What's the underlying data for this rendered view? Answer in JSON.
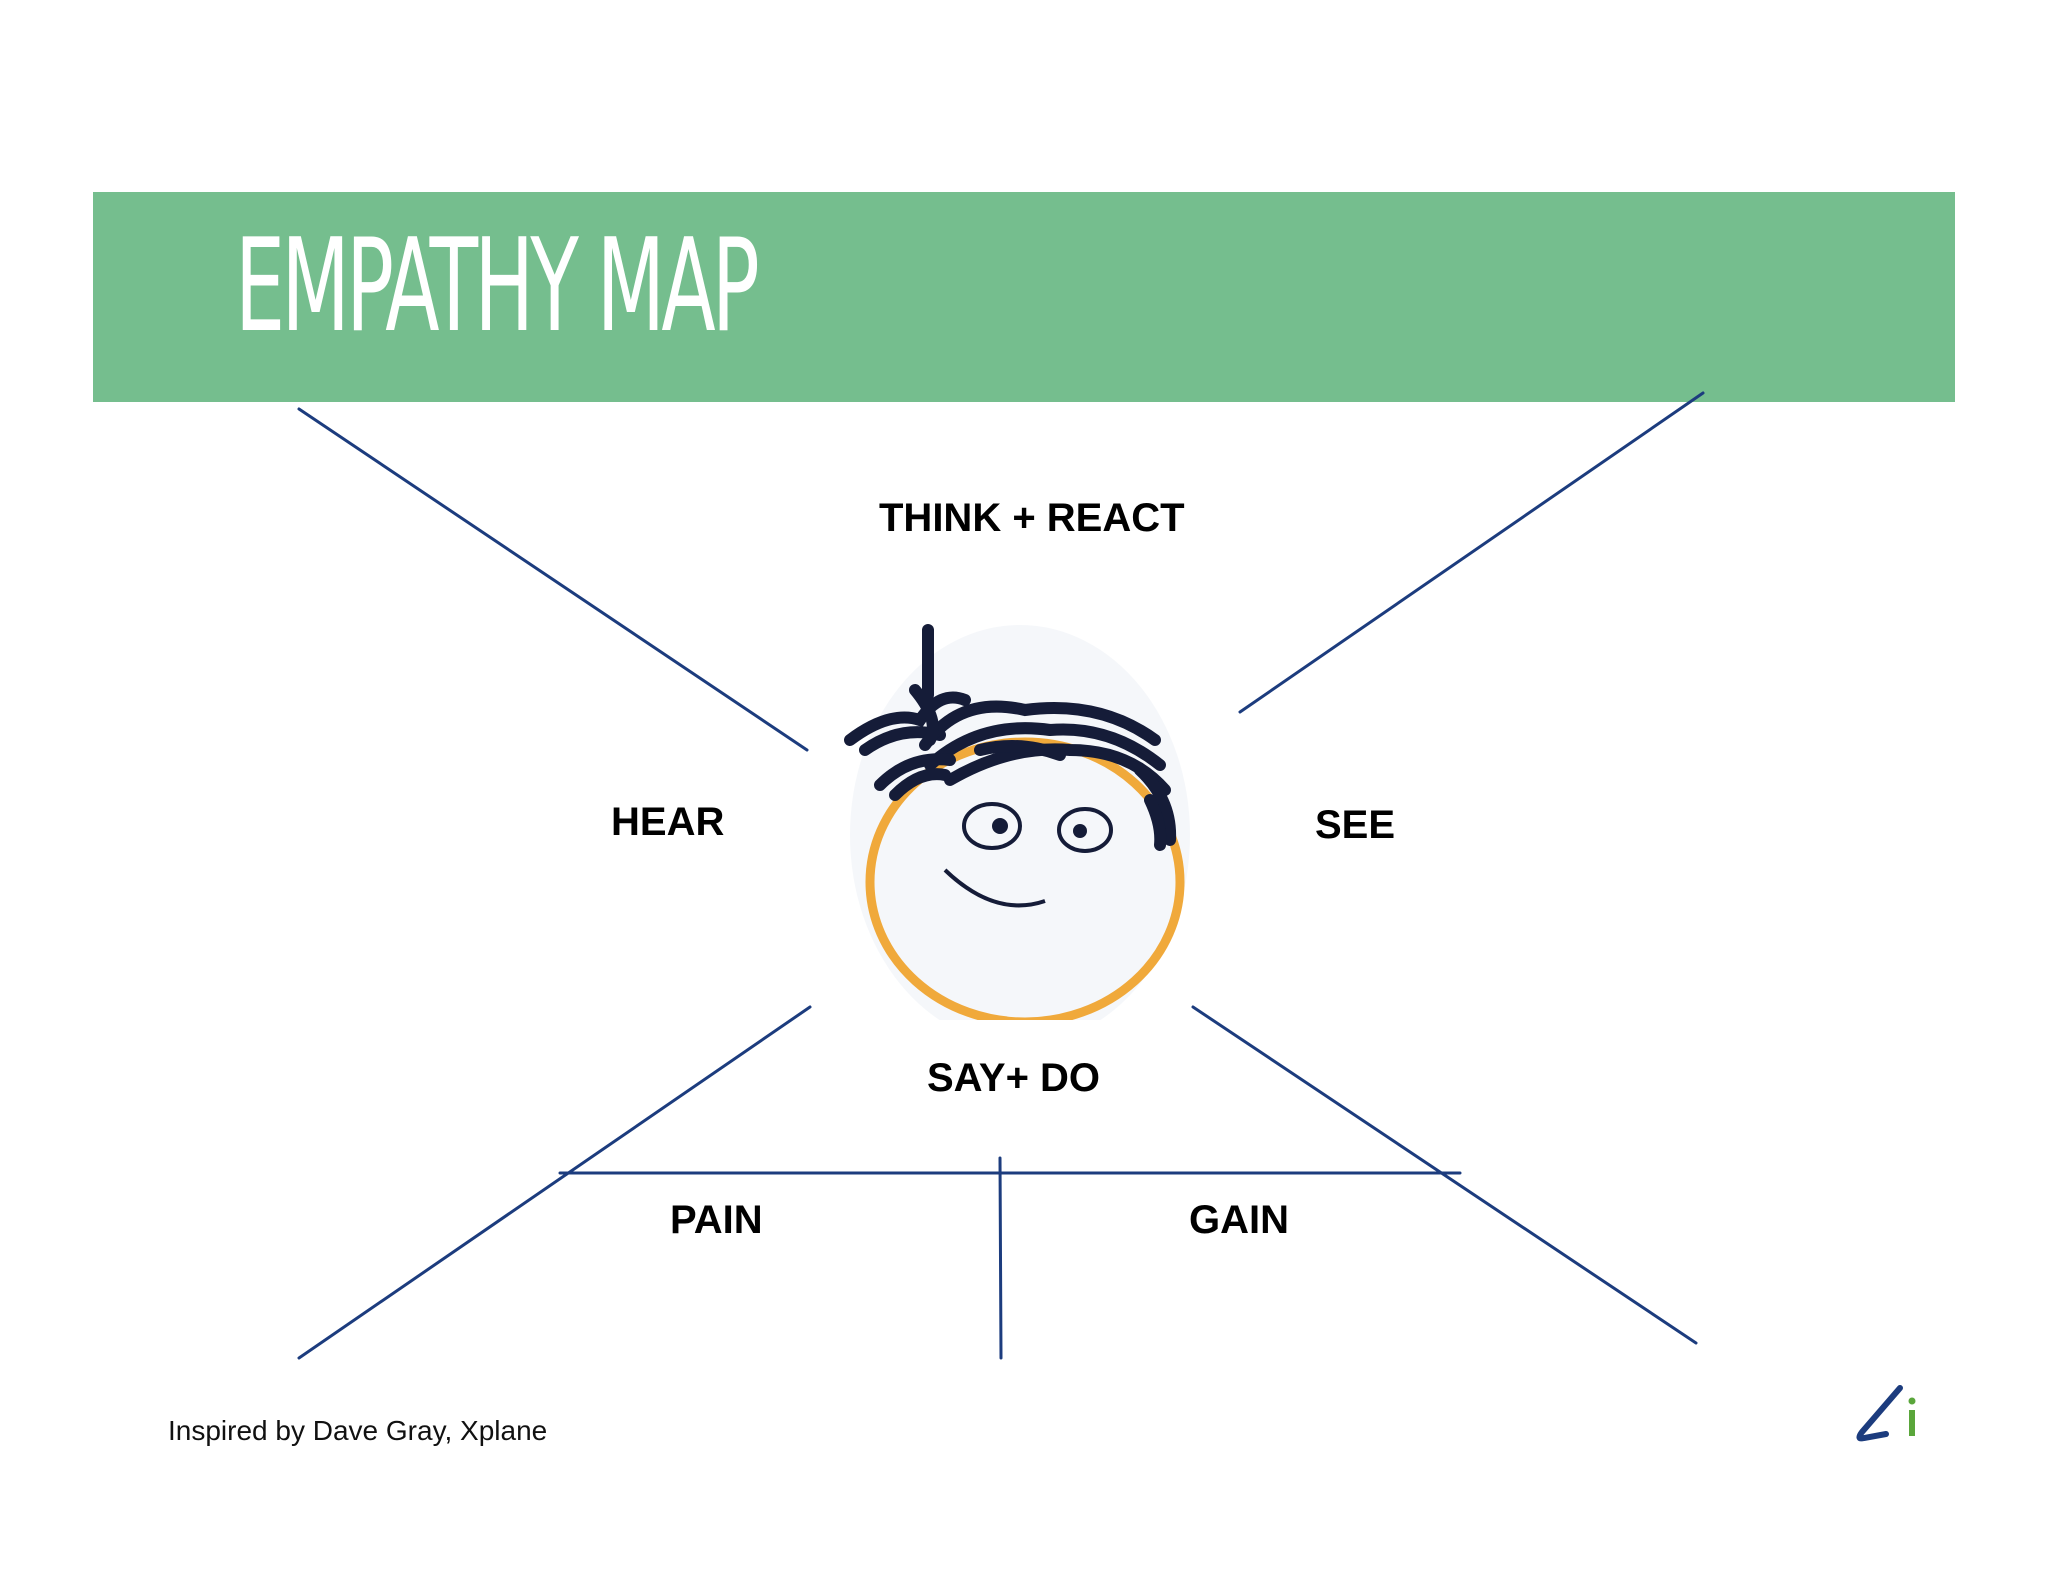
{
  "header": {
    "title": "EMPATHY MAP",
    "background_color": "#75be8e"
  },
  "quadrants": {
    "think_react": "THINK + REACT",
    "hear": "HEAR",
    "see": "SEE",
    "say_do": "SAY+ DO",
    "pain": "PAIN",
    "gain": "GAIN"
  },
  "footer": {
    "credit": "Inspired by Dave Gray, Xplane"
  },
  "colors": {
    "lines": "#1c3c7e",
    "face_outline": "#f0a93b",
    "hair": "#151c38",
    "logo_dark": "#1c3c7e",
    "logo_green": "#5aa63b"
  },
  "icons": {
    "face": "doodle-face-icon",
    "logo": "li-logo-icon"
  }
}
